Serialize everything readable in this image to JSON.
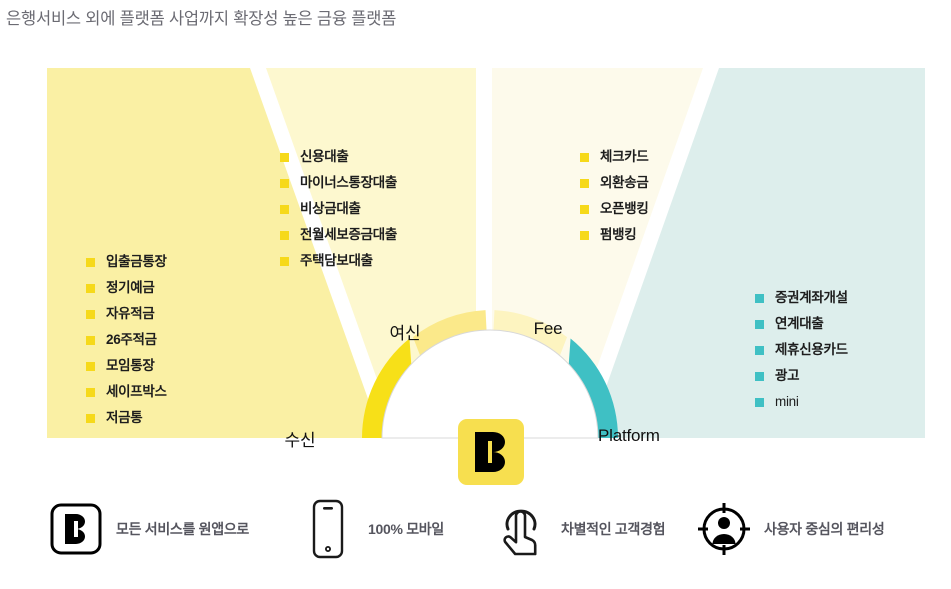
{
  "title": "은행서비스 외에 플랫폼 사업까지 확장성 높은 금융 플랫폼",
  "colors": {
    "panel_deposit": "#faf0a4",
    "panel_loan": "#fdf8cf",
    "panel_fee": "#fdfaeb",
    "panel_platform": "#ddeeec",
    "arc_deposit": "#f7e018",
    "arc_loan": "#fbe98a",
    "arc_fee": "#fdf4c0",
    "arc_platform": "#3fc0c4",
    "bullet_yellow": "#f6d91a",
    "bullet_teal": "#3fc0c4",
    "logo_tile": "#f7df4f",
    "title_text": "#6b6b73",
    "feature_text": "#55555e"
  },
  "center": {
    "logo_letter": "B",
    "logo_name": "kakaobank-logo"
  },
  "segments": [
    {
      "key": "deposit",
      "arc_label": "수신",
      "bullet_color": "yellow",
      "items": [
        "입출금통장",
        "정기예금",
        "자유적금",
        "26주적금",
        "모임통장",
        "세이프박스",
        "저금통"
      ]
    },
    {
      "key": "loan",
      "arc_label": "여신",
      "bullet_color": "yellow",
      "items": [
        "신용대출",
        "마이너스통장대출",
        "비상금대출",
        "전월세보증금대출",
        "주택담보대출"
      ]
    },
    {
      "key": "fee",
      "arc_label": "Fee",
      "bullet_color": "yellow",
      "items": [
        "체크카드",
        "외환송금",
        "오픈뱅킹",
        "펌뱅킹"
      ]
    },
    {
      "key": "platform",
      "arc_label": "Platform",
      "bullet_color": "teal",
      "items": [
        "증권계좌개설",
        "연계대출",
        "제휴신용카드",
        "광고",
        "mini"
      ]
    }
  ],
  "features": [
    {
      "icon": "kakaobank-b-logo-icon",
      "label": "모든 서비스를 원앱으로"
    },
    {
      "icon": "mobile-phone-icon",
      "label": "100% 모바일"
    },
    {
      "icon": "tap-hand-icon",
      "label": "차별적인 고객경험"
    },
    {
      "icon": "user-target-icon",
      "label": "사용자 중심의 편리성"
    }
  ]
}
